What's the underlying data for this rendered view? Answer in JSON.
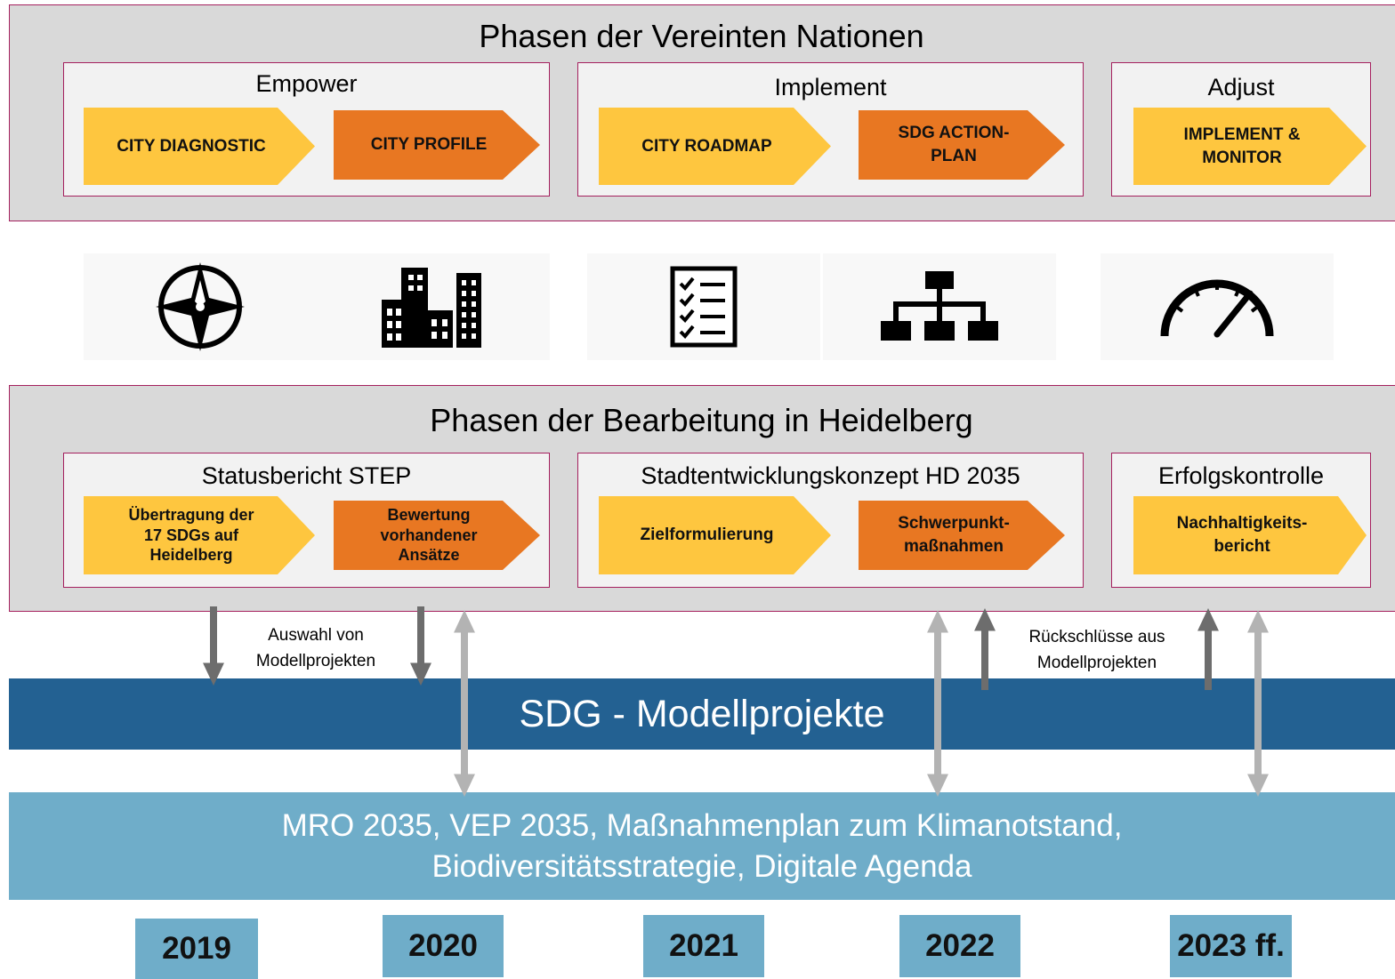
{
  "un_panel": {
    "title": "Phasen der Vereinten Nationen",
    "groups": [
      {
        "title": "Empower",
        "steps": [
          "CITY DIAGNOSTIC",
          "CITY PROFILE"
        ]
      },
      {
        "title": "Implement",
        "steps": [
          "CITY ROADMAP",
          "SDG ACTION-\nPLAN"
        ]
      },
      {
        "title": "Adjust",
        "steps": [
          "IMPLEMENT &\nMONITOR"
        ]
      }
    ]
  },
  "icons": [
    "compass-icon",
    "city-buildings-icon",
    "checklist-icon",
    "org-chart-icon",
    "speedometer-icon"
  ],
  "hd_panel": {
    "title": "Phasen der Bearbeitung in Heidelberg",
    "groups": [
      {
        "title": "Statusbericht STEP",
        "steps": [
          "Übertragung der\n17 SDGs auf\nHeidelberg",
          "Bewertung\nvorhandener\nAnsätze"
        ]
      },
      {
        "title": "Stadtentwicklungskonzept  HD 2035",
        "steps": [
          "Zielformulierung",
          "Schwerpunkt-\nmaßnahmen"
        ]
      },
      {
        "title": "Erfolgskontrolle",
        "steps": [
          "Nachhaltigkeits-\nbericht"
        ]
      }
    ]
  },
  "notes": {
    "selection": "Auswahl von\nModellprojekten",
    "conclusions": "Rückschlüsse aus\nModellprojekten"
  },
  "model_projects_label": "SDG - Modellprojekte",
  "plans_label": "MRO 2035, VEP 2035, Maßnahmenplan  zum Klimanotstand,\nBiodiversitätsstrategie, Digitale Agenda",
  "years": [
    "2019",
    "2020",
    "2021",
    "2022",
    "2023 ff."
  ],
  "colors": {
    "yellow": "#fec63f",
    "orange": "#e87722",
    "panel_border": "#a5205e",
    "panel_fill": "#d9d9d9",
    "dark_blue": "#236192",
    "light_blue": "#6fadc9",
    "arrow_dark": "#6d6d6d",
    "arrow_light": "#b3b3b3"
  }
}
